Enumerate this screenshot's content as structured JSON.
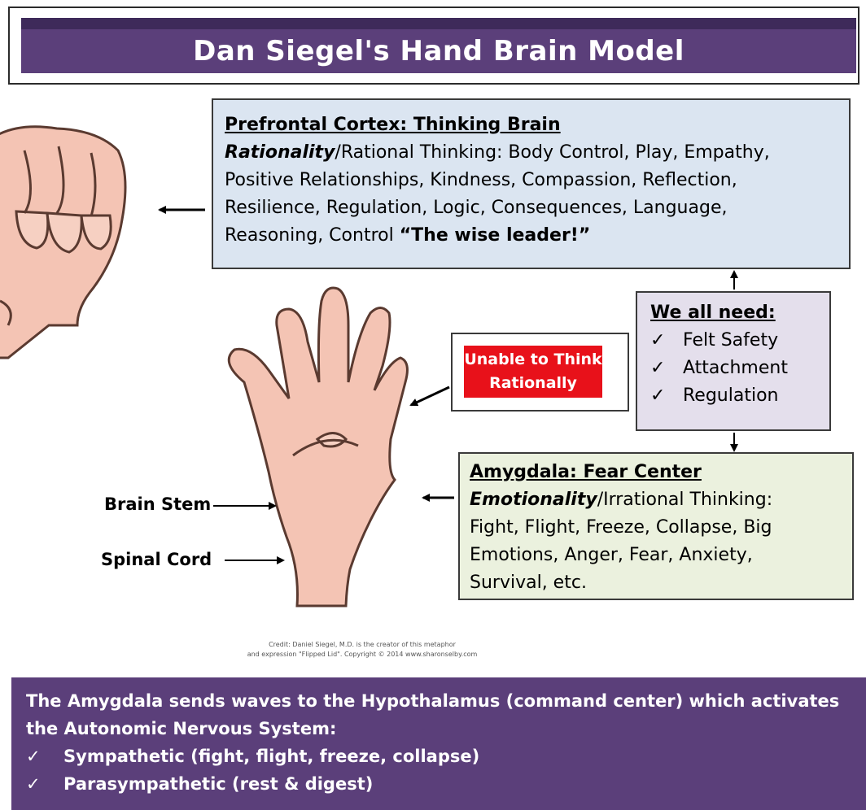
{
  "title": "Dan Siegel's Hand Brain Model",
  "prefrontal": {
    "heading": "Prefrontal Cortex: Thinking Brain",
    "lead_italic": "Rationality",
    "lines": [
      "/Rational Thinking: Body Control, Play, Empathy,",
      "Positive Relationships, Kindness, Compassion, Reflection,",
      "Resilience, Regulation, Logic, Consequences, Language,",
      "Reasoning, Control "
    ],
    "emphasis": "“The wise leader!”"
  },
  "needs": {
    "heading": "We all need:",
    "check": "✓",
    "items": [
      "Felt Safety",
      "Attachment",
      "Regulation"
    ]
  },
  "unable": {
    "line1": "Unable to Think",
    "line2": "Rationally"
  },
  "amygdala": {
    "heading": "Amygdala:  Fear Center",
    "lead_italic": "Emotionality",
    "lines": [
      "/Irrational Thinking:",
      "Fight, Flight, Freeze, Collapse, Big",
      "Emotions, Anger, Fear, Anxiety,",
      "Survival, etc."
    ]
  },
  "labels": {
    "brain_stem": "Brain Stem",
    "spinal_cord": "Spinal Cord"
  },
  "credit": {
    "line1": "Credit: Daniel Siegel, M.D. is the creator of this metaphor",
    "line2": "and expression \"Flipped Lid\". Copyright © 2014 www.sharonselby.com"
  },
  "bottom": {
    "line1": "The Amygdala sends waves to the Hypothalamus (command center) which activates",
    "line2": "the Autonomic Nervous System:",
    "check": "✓",
    "items": [
      "Sympathetic (fight, flight, freeze, collapse)",
      "Parasympathetic (rest & digest)"
    ]
  },
  "colors": {
    "purple": "#5b3f7a",
    "blue_box": "#dbe5f1",
    "green_box": "#ebf1de",
    "lavender_box": "#e4dfec",
    "red": "#e8111a",
    "skin": "#f4c4b4"
  }
}
